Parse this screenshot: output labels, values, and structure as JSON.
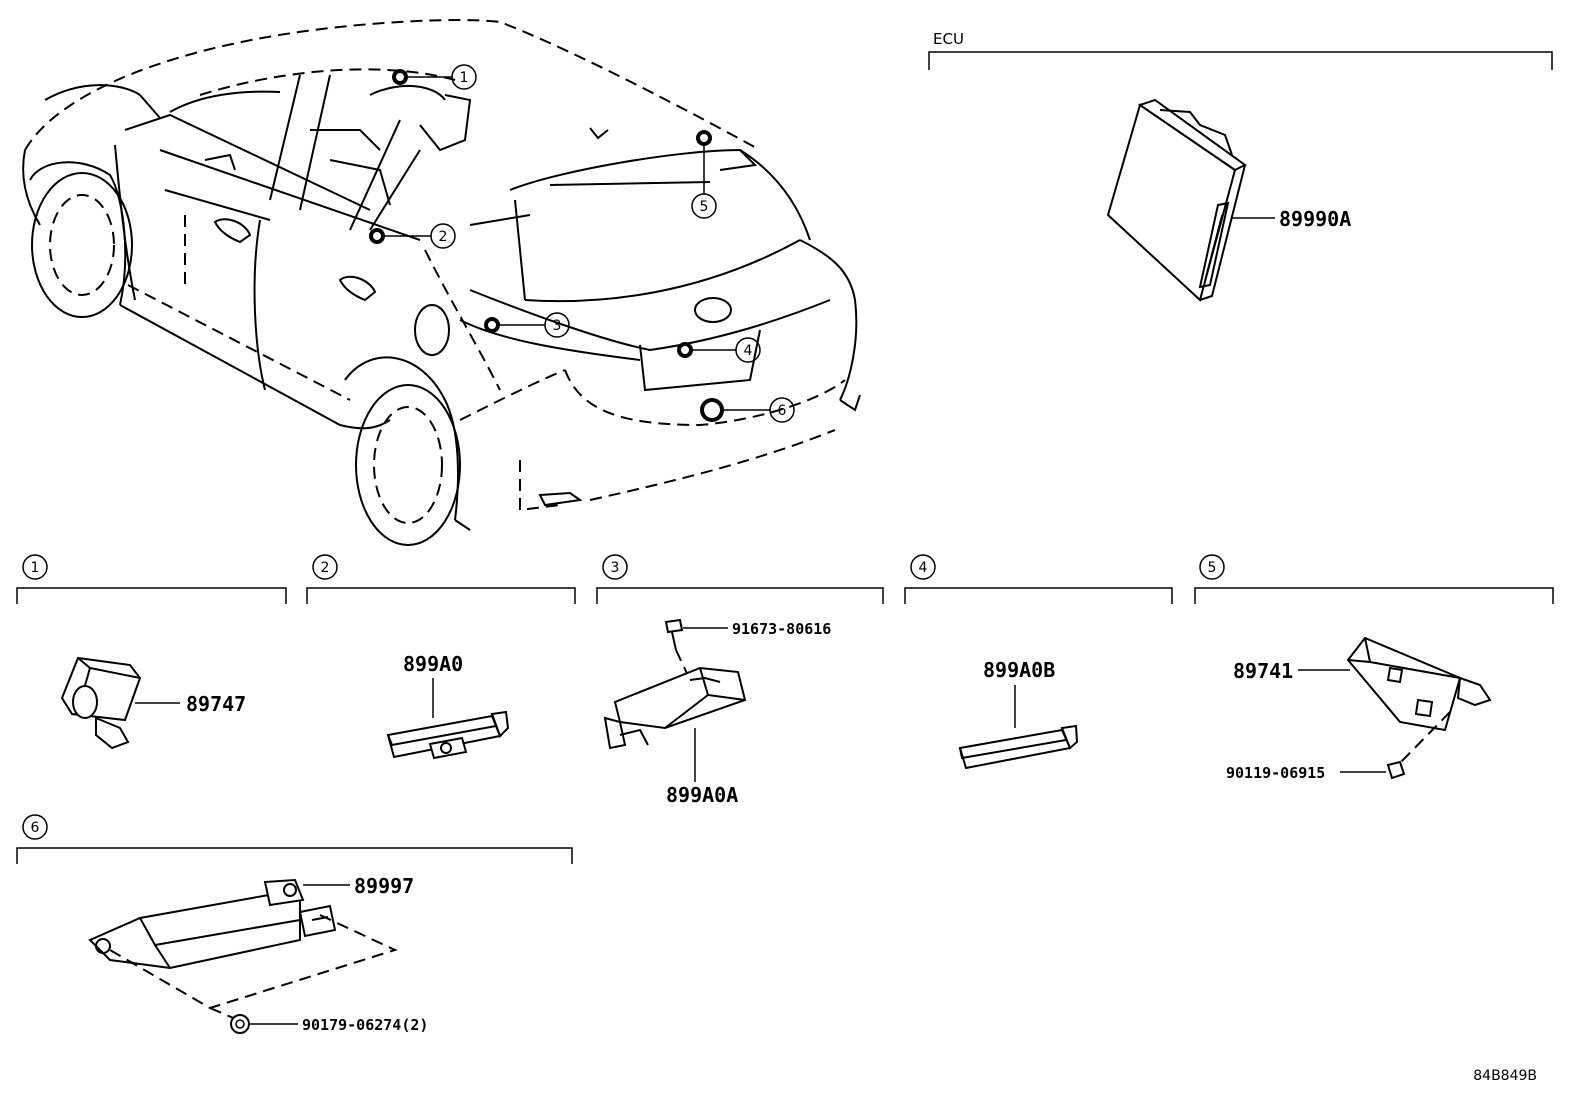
{
  "ecu_header": "ECU",
  "ecu_part": "89990A",
  "callout_numbers": [
    "1",
    "2",
    "3",
    "4",
    "5",
    "6"
  ],
  "groups": {
    "g1": {
      "number": "1",
      "part": "89747"
    },
    "g2": {
      "number": "2",
      "part": "899A0"
    },
    "g3": {
      "number": "3",
      "part": "899A0A",
      "bolt": "91673-80616"
    },
    "g4": {
      "number": "4",
      "part": "899A0B"
    },
    "g5": {
      "number": "5",
      "part": "89741",
      "screw": "90119-06915"
    },
    "g6": {
      "number": "6",
      "part": "89997",
      "nut": "90179-06274(2)"
    }
  },
  "diagram_ref": "84B849B",
  "icons": [
    "car-outline-icon",
    "ecu-module-icon",
    "sensor-icon",
    "antenna-icon",
    "bolt-icon",
    "bracket-icon"
  ]
}
